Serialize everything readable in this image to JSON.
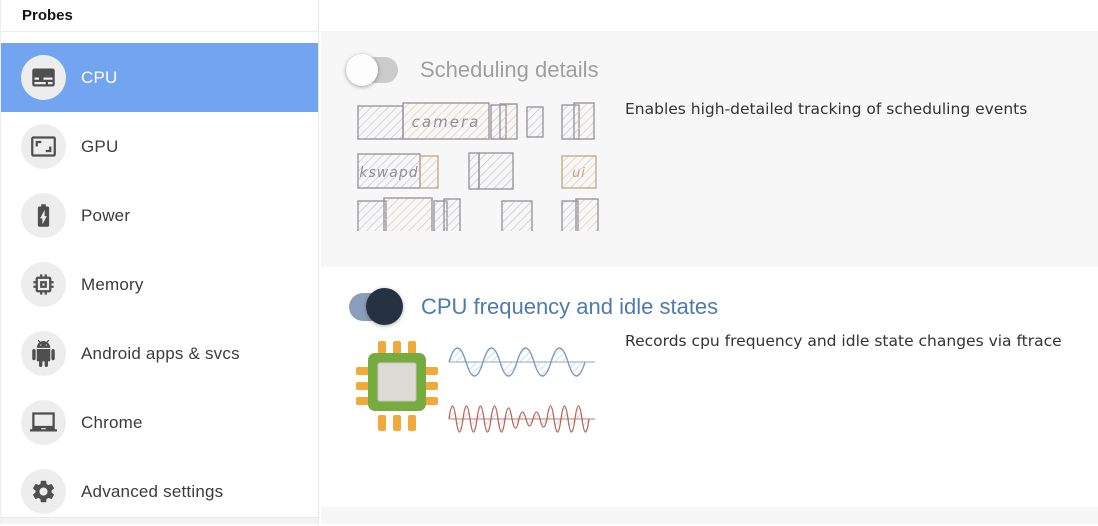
{
  "sidebar": {
    "header": "Probes",
    "items": [
      {
        "label": "CPU",
        "icon": "subtitles-icon",
        "selected": true
      },
      {
        "label": "GPU",
        "icon": "aspect-ratio-icon",
        "selected": false
      },
      {
        "label": "Power",
        "icon": "battery-charging-icon",
        "selected": false
      },
      {
        "label": "Memory",
        "icon": "memory-chip-icon",
        "selected": false
      },
      {
        "label": "Android apps & svcs",
        "icon": "android-icon",
        "selected": false
      },
      {
        "label": "Chrome",
        "icon": "laptop-icon",
        "selected": false
      },
      {
        "label": "Advanced settings",
        "icon": "gear-icon",
        "selected": false
      }
    ]
  },
  "main": {
    "probes": [
      {
        "title": "Scheduling details",
        "description": "Enables high-detailed tracking of scheduling events",
        "enabled": false,
        "illustration": "scheduling-sketch",
        "sketch_labels": {
          "camera": "camera",
          "kswapd": "kswapd",
          "ui": "ui"
        }
      },
      {
        "title": "CPU frequency and idle states",
        "description": "Records cpu frequency and idle state changes via ftrace",
        "enabled": true,
        "illustration": "cpu-chip-and-frequency-waves"
      }
    ]
  },
  "colors": {
    "selected_item_bg": "#73a4ef",
    "enabled_title": "#4e7bab",
    "disabled_title": "#9f9f9f",
    "toggle_on_track": "#8b9fbd",
    "toggle_on_knob": "#263241",
    "toggle_off_track": "#cbcbcb",
    "disabled_section_bg": "#f7f7f7",
    "chip_body_green": "#76ab40",
    "chip_pin_orange": "#f2a93b"
  }
}
